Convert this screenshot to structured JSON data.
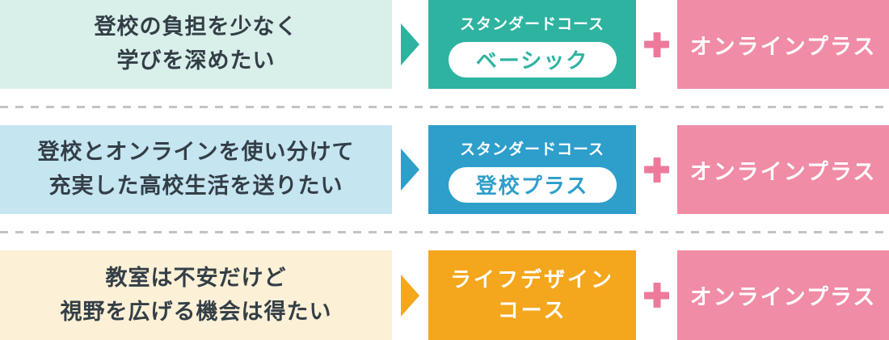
{
  "rows": [
    {
      "need_line1": "登校の負担を少なく",
      "need_line2": "学びを深めたい",
      "course_label": "スタンダードコース",
      "course_pill": "ベーシック",
      "addon_label": "オンラインプラス",
      "accent_color": "#2EB3A0",
      "need_bg_color": "#D8EFEA"
    },
    {
      "need_line1": "登校とオンラインを使い分けて",
      "need_line2": "充実した高校生活を送りたい",
      "course_label": "スタンダードコース",
      "course_pill": "登校プラス",
      "addon_label": "オンラインプラス",
      "accent_color": "#2E9ECB",
      "need_bg_color": "#C5E5F1"
    },
    {
      "need_line1": "教室は不安だけど",
      "need_line2": "視野を広げる機会は得たい",
      "course_line1": "ライフデザイン",
      "course_line2": "コース",
      "addon_label": "オンラインプラス",
      "accent_color": "#F4A71D",
      "need_bg_color": "#FCF0D6"
    }
  ],
  "icons": {
    "arrow": "right-triangle-arrow",
    "plus": "plus-cross"
  },
  "colors": {
    "addon_bg": "#F08CA6",
    "plus": "#EE7A9B",
    "need_text": "#333E46",
    "divider": "#C3C3C3",
    "course_text": "#FFFFFF"
  }
}
